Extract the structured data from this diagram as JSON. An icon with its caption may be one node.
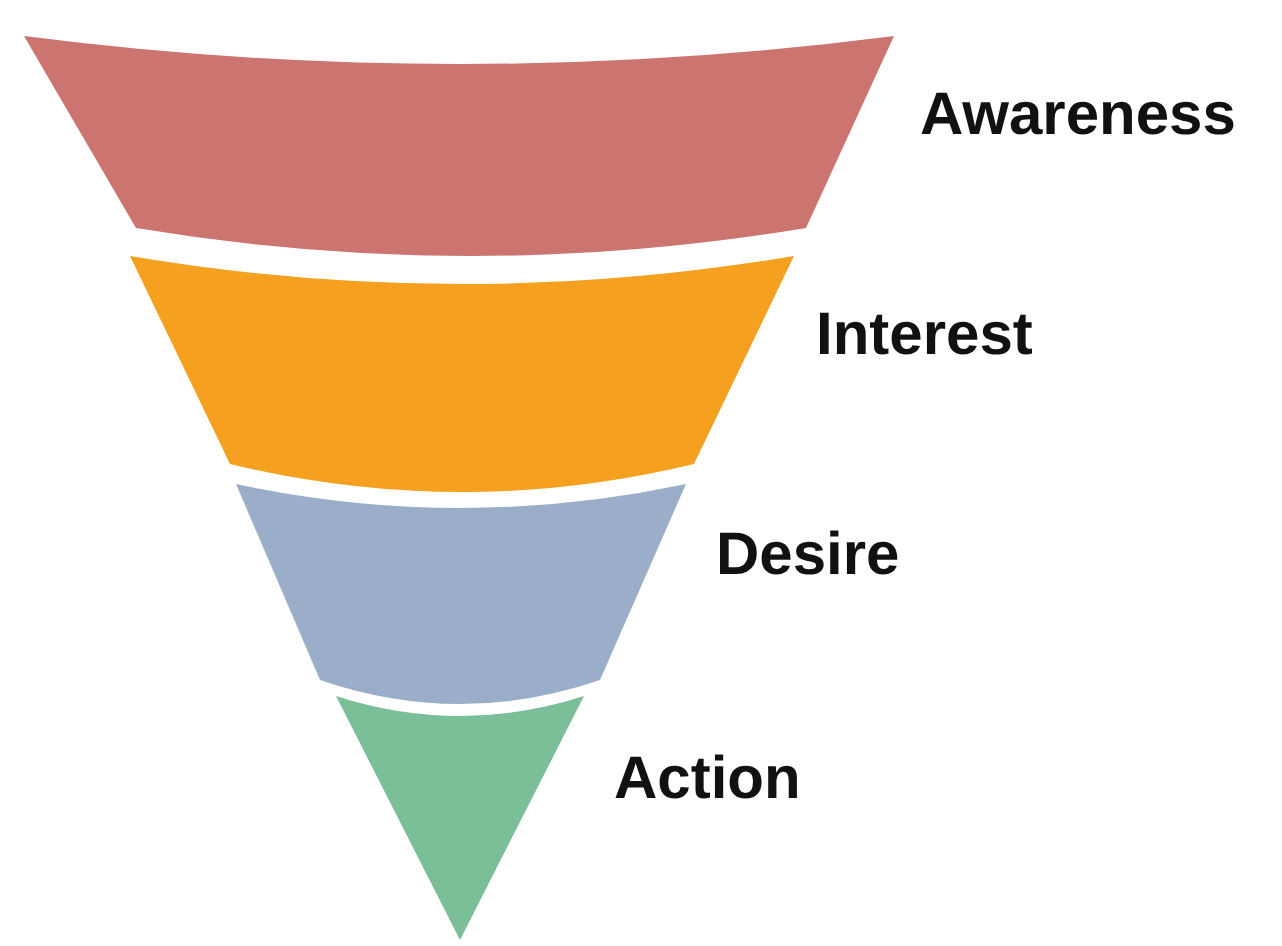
{
  "diagram": {
    "nodes": [
      {
        "text": [
          "Awareness"
        ]
      },
      {
        "text": [
          "Interest"
        ]
      },
      {
        "text": [
          "Desire"
        ]
      },
      {
        "text": [
          "Action"
        ]
      }
    ],
    "edges": []
  }
}
